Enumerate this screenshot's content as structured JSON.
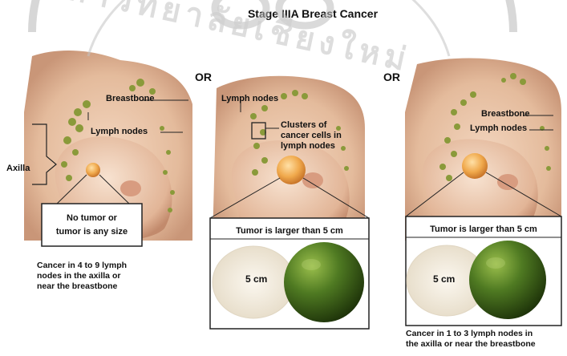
{
  "title": "Stage IIIA Breast Cancer",
  "watermark": "มหาวิทยาลัยเชียงใหม่",
  "panels": [
    {
      "labels": {
        "breastbone": "Breastbone",
        "lymph_nodes": "Lymph nodes",
        "axilla": "Axilla"
      },
      "tumor_box": "No tumor or tumor is any size",
      "tumor_box_lines": [
        "No tumor or",
        "tumor is any size"
      ],
      "caption": "Cancer in 4 to 9 lymph nodes in the axilla or near the breastbone",
      "caption_lines": [
        "Cancer in 4 to 9 lymph",
        "nodes in the axilla or",
        "near the breastbone"
      ]
    },
    {
      "or_label": "OR",
      "labels": {
        "lymph_nodes": "Lymph nodes",
        "clusters": "Clusters of cancer cells in lymph nodes"
      },
      "clusters_lines": [
        "Clusters of",
        "cancer cells in",
        "lymph nodes"
      ],
      "tumor_box": "Tumor is larger than 5 cm",
      "size_label": "5 cm"
    },
    {
      "or_label": "OR",
      "labels": {
        "breastbone": "Breastbone",
        "lymph_nodes": "Lymph nodes"
      },
      "tumor_box": "Tumor is larger than 5 cm",
      "size_label": "5 cm",
      "caption": "Cancer in 1 to 3 lymph nodes in the axilla or near the breastbone",
      "caption_lines": [
        "Cancer in 1 to 3 lymph nodes in",
        "the axilla or near the breastbone"
      ]
    }
  ],
  "colors": {
    "skin": "#e8c2a4",
    "skin_shadow": "#c99678",
    "node": "#8a9a3a",
    "tumor": "#e8a64a",
    "lime": "#3b5e1a",
    "text": "#111111"
  }
}
